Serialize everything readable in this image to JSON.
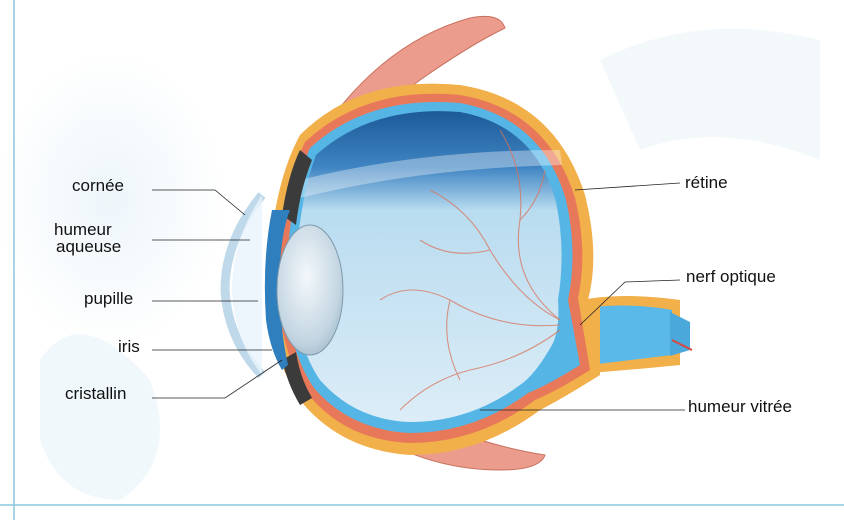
{
  "labels": {
    "cornee": "cornée",
    "humeur_aqueuse_line1": "humeur",
    "humeur_aqueuse_line2": "aqueuse",
    "pupille": "pupille",
    "iris": "iris",
    "cristallin": "cristallin",
    "retine": "rétine",
    "nerf_optique": "nerf optique",
    "humeur_vitree": "humeur vitrée"
  },
  "colors": {
    "sclera": "#f2b04a",
    "choroid": "#e8785a",
    "retina_layer": "#55b6e6",
    "vitreous": "#d7ecf7",
    "vitreous_dark": "#1f5f9e",
    "muscle": "#ec9c8c",
    "lens": "#c9dbe6",
    "iris": "#2f7fbf",
    "vessel": "#d9735a",
    "frame_line": "#6fb7d8"
  }
}
